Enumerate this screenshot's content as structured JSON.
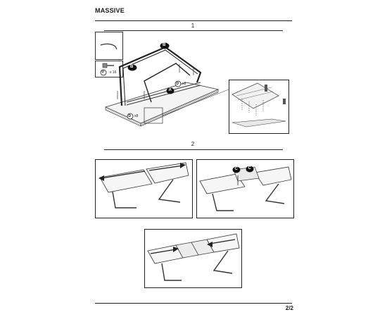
{
  "header": {
    "brand": "MASSIVE"
  },
  "steps": [
    {
      "number": "1"
    },
    {
      "number": "2"
    }
  ],
  "parts": {
    "hardware_letter": "D",
    "hardware_qty": "x 16"
  },
  "callouts": {
    "a": "A",
    "b": "B",
    "c": "C",
    "d": "D",
    "d_qty": "x8"
  },
  "footer": {
    "page": "2/2"
  }
}
